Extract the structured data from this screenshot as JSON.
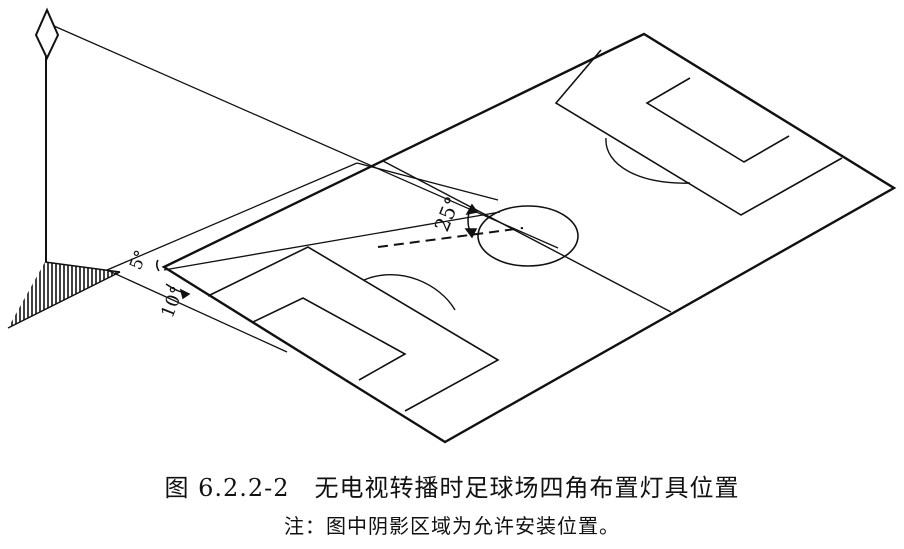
{
  "figure": {
    "angle_labels": {
      "top": "25°",
      "small": "5°",
      "lower": "10°"
    }
  },
  "caption": {
    "title": "图 6.2.2-2　无电视转播时足球场四角布置灯具位置",
    "note": "注：图中阴影区域为允许安装位置。"
  },
  "colors": {
    "ink": "#111111",
    "background": "#ffffff"
  }
}
